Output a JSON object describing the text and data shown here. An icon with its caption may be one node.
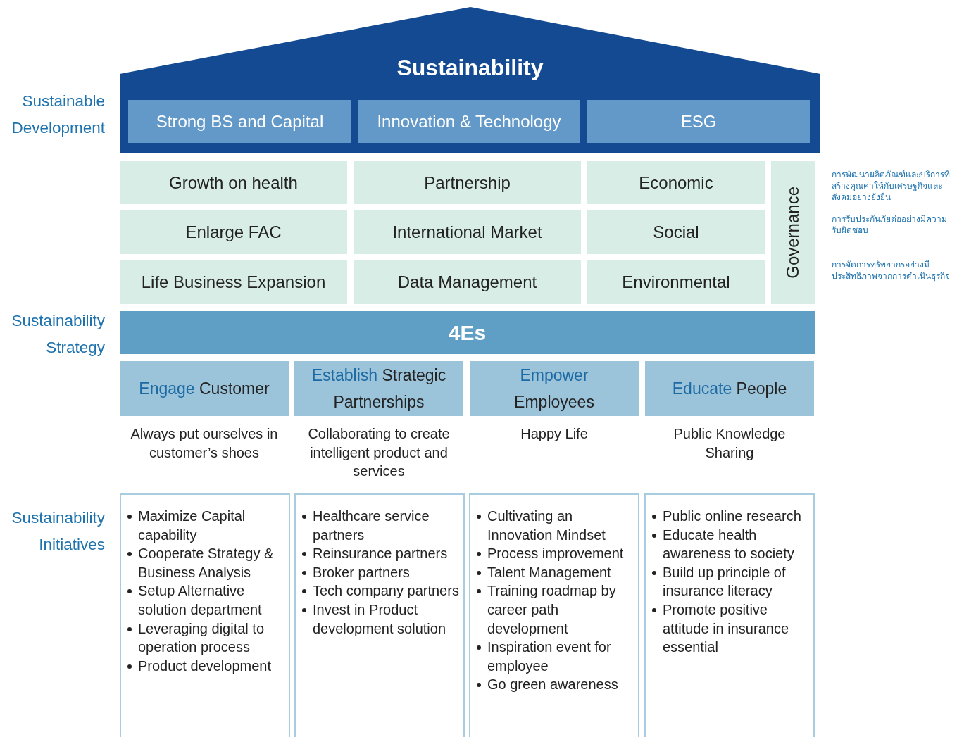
{
  "diagram": {
    "nodes": [
      {
        "text": [
          "Sustainability"
        ]
      },
      {
        "text": [
          "Strong BS and Capital"
        ],
        "in": 0
      },
      {
        "text": [
          "Innovation & Technology"
        ],
        "in": 0
      },
      {
        "text": [
          "ESG"
        ],
        "in": 0
      },
      {
        "text": [
          "Growth on health"
        ]
      },
      {
        "text": [
          "Partnership"
        ]
      },
      {
        "text": [
          "Economic"
        ]
      },
      {
        "text": [
          "Governance"
        ]
      },
      {
        "text": [
          "Enlarge FAC"
        ]
      },
      {
        "text": [
          "International Market"
        ]
      },
      {
        "text": [
          "Social"
        ]
      },
      {
        "text": [
          "Life Business Expansion"
        ]
      },
      {
        "text": [
          "Data Management"
        ]
      },
      {
        "text": [
          "Environmental"
        ]
      },
      {
        "text": [
          "4Es"
        ]
      },
      {
        "text": [
          "Engage",
          "Customer"
        ],
        "beside": [
          "Always put ourselves in customer’s shoes"
        ]
      },
      {
        "text": [
          "Establish",
          "Strategic Partnerships"
        ],
        "beside": [
          "Collaborating to create intelligent product and services"
        ]
      },
      {
        "text": [
          "Empower",
          "Employees"
        ],
        "beside": [
          "Happy Life"
        ]
      },
      {
        "text": [
          "Educate",
          "People"
        ],
        "beside": [
          "Public Knowledge Sharing"
        ]
      },
      {
        "text": [
          "Maximize Capital capability",
          "Cooperate Strategy & Business Analysis",
          "Setup Alternative solution department",
          "Leveraging digital to operation process",
          "Product development"
        ]
      },
      {
        "text": [
          "Healthcare service partners",
          "Reinsurance partners",
          "Broker partners",
          "Tech company partners",
          "Invest in Product development solution"
        ]
      },
      {
        "text": [
          "Cultivating an Innovation Mindset",
          "Process improvement",
          "Talent Management",
          "Training roadmap by career path development",
          "Inspiration event for employee",
          "Go green awareness"
        ]
      },
      {
        "text": [
          "Public online research",
          "Educate health awareness to society",
          "Build up principle of insurance literacy",
          "Promote positive attitude in insurance essential"
        ]
      }
    ],
    "labels": [
      "Sustainable Development",
      "การพัฒนาผลิตภัณฑ์และบริการที่สร้างคุณค่าให้กับเศรษฐกิจและสังคมอย่างยั่งยืน",
      "การรับประกันภัยต่ออย่างมีความรับผิดชอบ",
      "การจัดการทรัพยากรอย่างมีประสิทธิภาพจากการดำเนินธุรกิจ",
      "Sustainability Strategy",
      "Sustainability Initiatives"
    ]
  }
}
